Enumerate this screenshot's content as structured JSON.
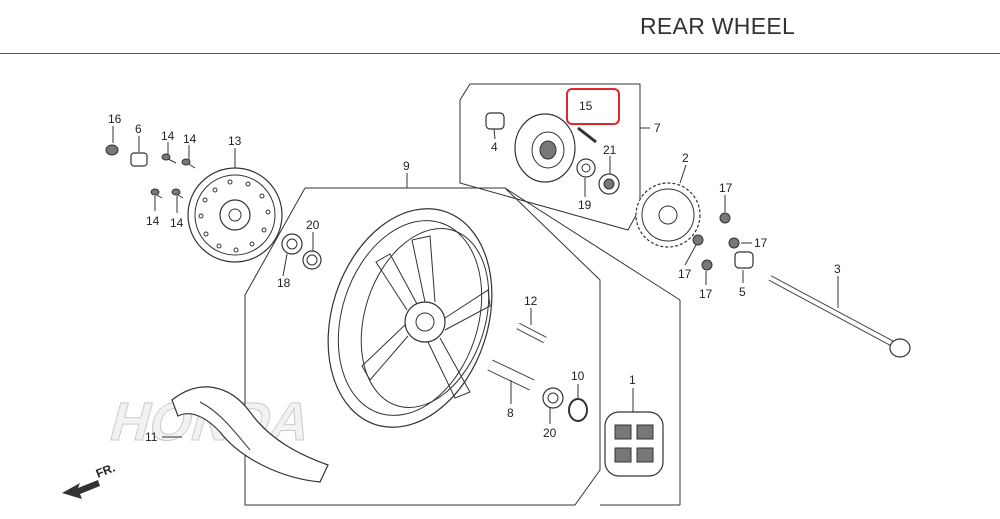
{
  "title": "REAR WHEEL",
  "watermark": "HONDA",
  "direction_label": "FR.",
  "highlight_color": "#e3262c",
  "callouts": {
    "c1": "1",
    "c2": "2",
    "c3": "3",
    "c4": "4",
    "c5": "5",
    "c6": "6",
    "c7": "7",
    "c8": "8",
    "c9": "9",
    "c10": "10",
    "c11": "11",
    "c12": "12",
    "c13": "13",
    "c14a": "14",
    "c14b": "14",
    "c14c": "14",
    "c14d": "14",
    "c15": "15",
    "c16": "16",
    "c17a": "17",
    "c17b": "17",
    "c17c": "17",
    "c17d": "17",
    "c18": "18",
    "c19": "19",
    "c20a": "20",
    "c20b": "20",
    "c21": "21"
  }
}
